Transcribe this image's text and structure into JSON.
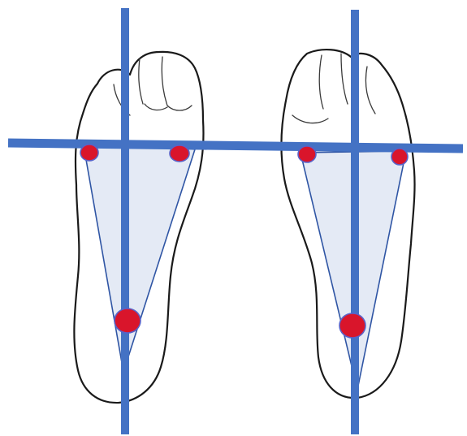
{
  "colors": {
    "axis": "#4472c4",
    "triangle_fill": "#dfe6f3",
    "triangle_stroke": "#2f55a4",
    "point_fill": "#d9152b",
    "point_stroke": "#5a62c8",
    "outline": "#1a1a1a",
    "background": "#ffffff"
  },
  "feet": [
    {
      "side": "left-foot",
      "points": [
        "first-metatarsal-head",
        "fifth-metatarsal-head",
        "heel"
      ]
    },
    {
      "side": "right-foot",
      "points": [
        "first-metatarsal-head",
        "fifth-metatarsal-head",
        "heel"
      ]
    }
  ],
  "axes": [
    "horizontal-forefoot-axis",
    "left-vertical-axis",
    "right-vertical-axis"
  ]
}
